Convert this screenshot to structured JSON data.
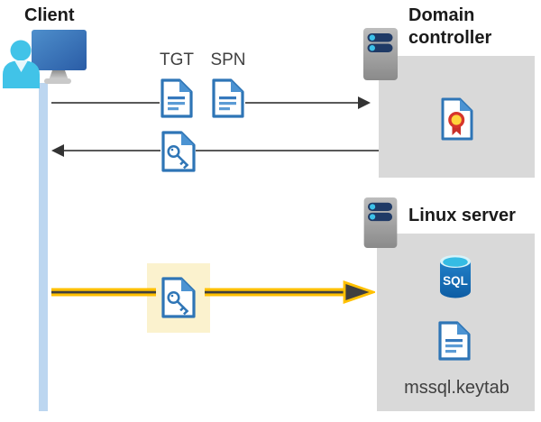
{
  "diagram": {
    "client": {
      "label": "Client"
    },
    "domain_controller": {
      "label_line1": "Domain",
      "label_line2": "controller"
    },
    "linux_server": {
      "label": "Linux server",
      "sql_icon_label": "SQL",
      "keytab_file_label": "mssql.keytab"
    },
    "messages": {
      "tgt_label": "TGT",
      "spn_label": "SPN"
    },
    "icons": {
      "client": "client-workstation-icon",
      "domain_controller": "server-icon",
      "linux_server": "server-icon",
      "tgt": "document-icon",
      "spn": "document-icon",
      "service_ticket": "key-document-icon",
      "keytab_transfer": "key-document-icon",
      "certificate": "certificate-icon",
      "sql": "sql-database-icon",
      "keytab_file": "document-icon"
    },
    "colors": {
      "document_blue": "#2E75B6",
      "document_blue_light": "#5B9BD5",
      "document_fold_blue": "#4C93D2",
      "box_gray": "#D9D9D9",
      "lifeline_blue": "#BCD6F0",
      "arrow_gray": "#595959",
      "arrowhead_dark": "#333333",
      "highlight_yellow_line": "#FFC000",
      "highlight_yellow_box": "#FBF2CE",
      "server_navy": "#1F3A66",
      "server_dot_cyan": "#3CC1E9",
      "person_cyan": "#41C3E8",
      "monitor_blue": "#3C78BE",
      "sql_body_blue": "#1566AD",
      "sql_top_cyan": "#35BCE4",
      "certificate_red": "#D0342C",
      "certificate_gold": "#FFD43B",
      "label_dark": "#1A1A1A",
      "label_gray": "#404040"
    }
  }
}
